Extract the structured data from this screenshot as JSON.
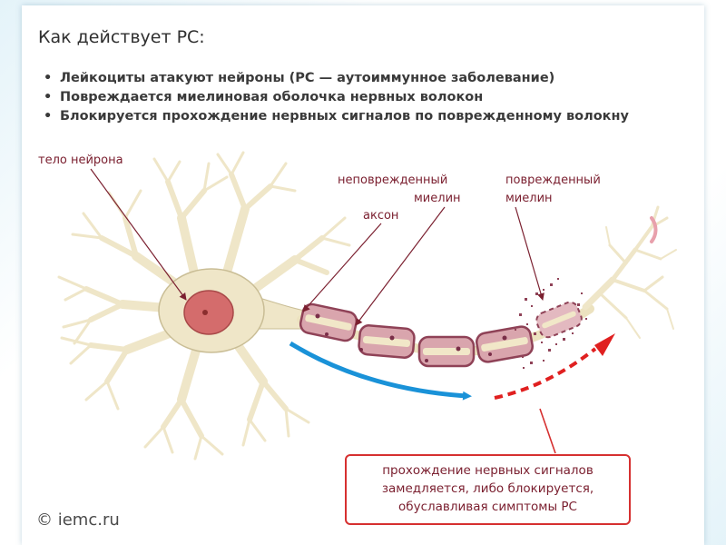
{
  "slide": {
    "title": "Как действует РС:",
    "bullets": [
      "Лейкоциты атакуют нейроны (РС — аутоиммунное заболевание)",
      "Повреждается миелиновая оболочка нервных волокон",
      "Блокируется прохождение нервных сигналов по поврежденному волокну"
    ]
  },
  "diagram": {
    "labels": {
      "neuron_body": "тело нейрона",
      "intact_myelin_line1": "неповрежденный",
      "intact_myelin_line2": "миелин",
      "axon": "аксон",
      "damaged_myelin_line1": "поврежденный",
      "damaged_myelin_line2": "миелин"
    },
    "callout_lines": [
      "прохождение нервных сигналов",
      "замедляется, либо блокируется,",
      "обуславливая симптомы РС"
    ],
    "colors": {
      "neuron": "#efe6c8",
      "neuron_stroke": "#c9bd95",
      "nucleus": "#d46c6c",
      "myelin": "#d9a5ad",
      "myelin_stroke": "#8f4257",
      "axon": "#ece2bf",
      "signal_arrow": "#1a92d8",
      "blocked_arrow": "#e02020",
      "label_text": "#7b2030"
    }
  },
  "footer": {
    "copyright": "© iemc.ru"
  }
}
